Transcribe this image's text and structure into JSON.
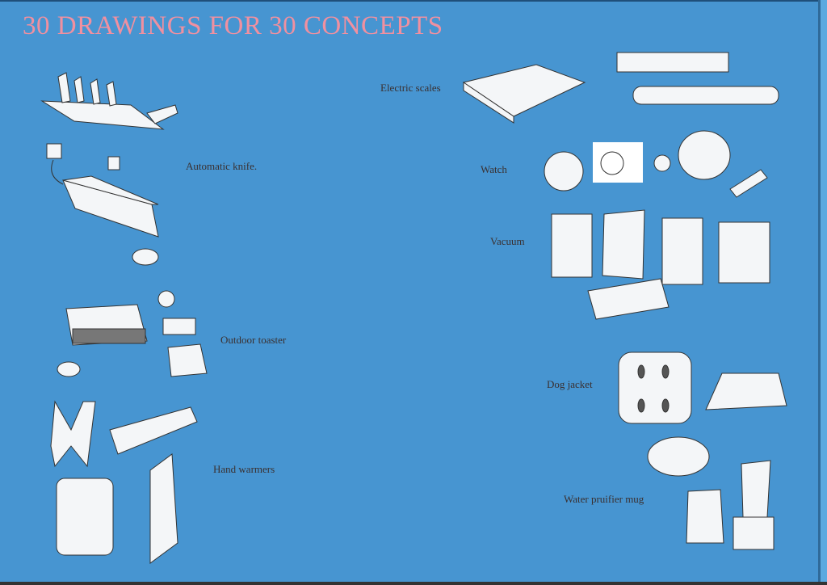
{
  "title": "30 DRAWINGS FOR 30 CONCEPTS",
  "concepts": [
    {
      "label": "Automatic knife."
    },
    {
      "label": "Outdoor toaster"
    },
    {
      "label": "Hand warmers"
    },
    {
      "label": "Electric scales"
    },
    {
      "label": "Watch"
    },
    {
      "label": "Vacuum"
    },
    {
      "label": "Dog jacket"
    },
    {
      "label": "Water pruifier mug"
    }
  ],
  "colors": {
    "background": "#4795d1",
    "title": "#f090a0"
  }
}
